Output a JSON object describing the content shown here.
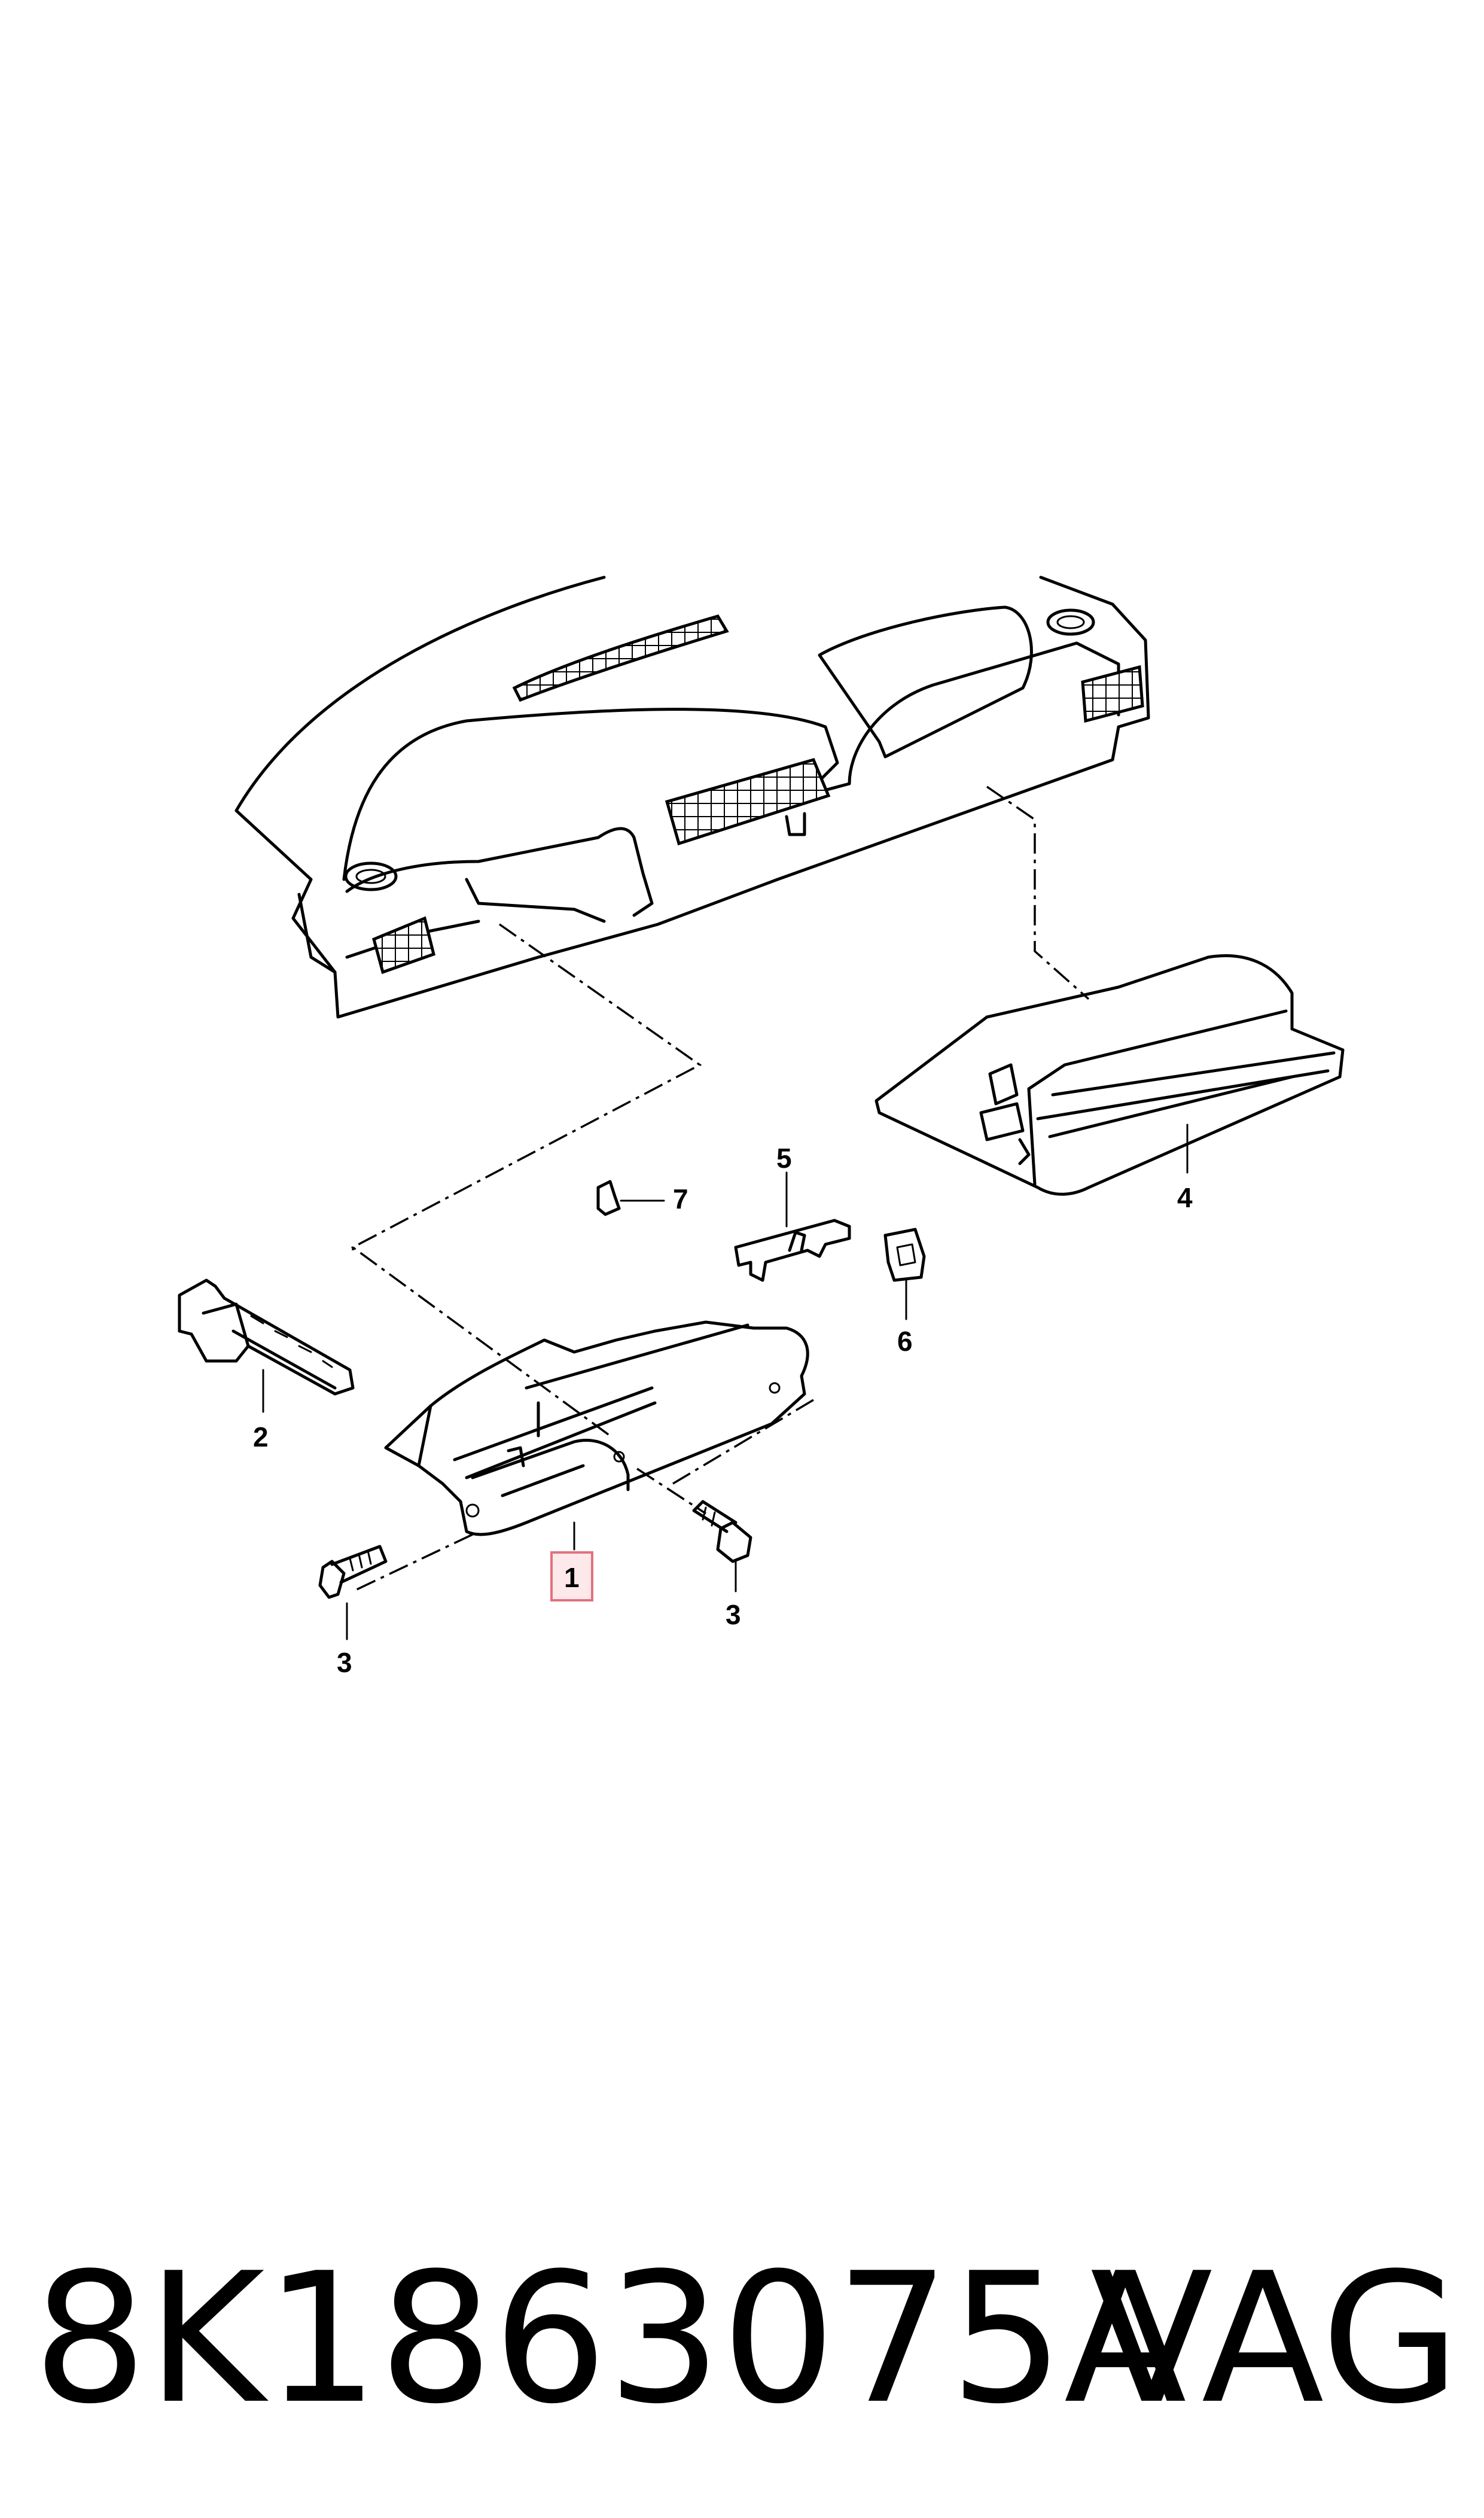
{
  "callouts": {
    "c1": "1",
    "c2": "2",
    "c3a": "3",
    "c3b": "3",
    "c4": "4",
    "c5": "5",
    "c6": "6",
    "c7": "7"
  },
  "footer": {
    "part_number": "8K1863075A",
    "brand": "VAG"
  },
  "colors": {
    "line": "#000000",
    "highlight_fill": "#fde8ea",
    "highlight_stroke": "#e0727f"
  }
}
